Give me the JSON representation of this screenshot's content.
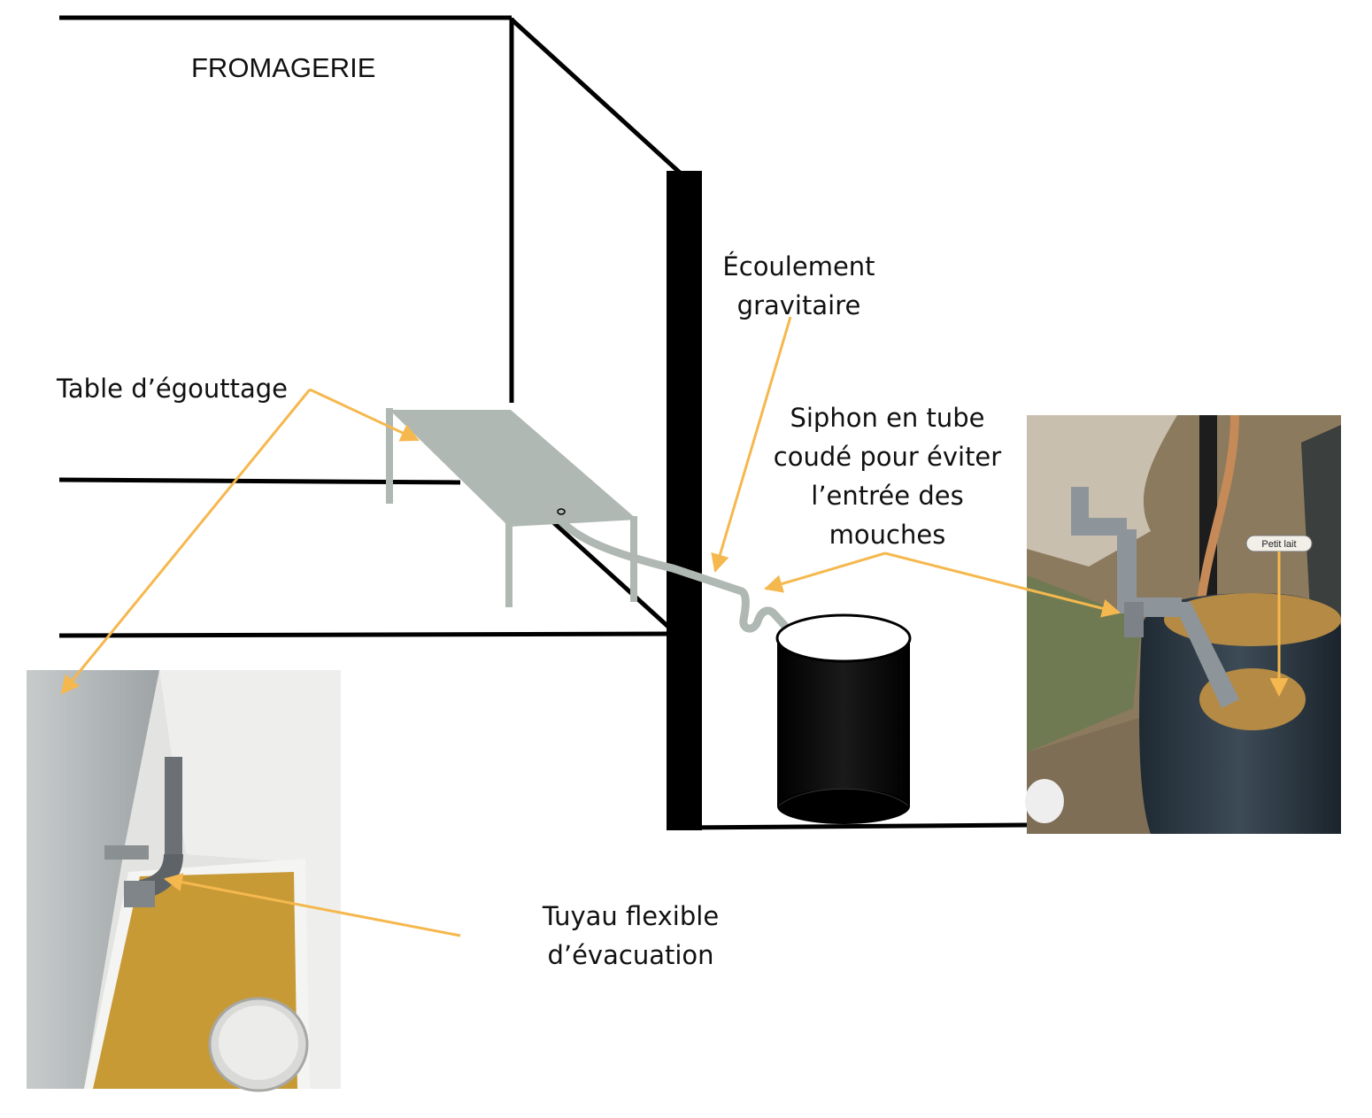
{
  "title": "FROMAGERIE",
  "labels": {
    "table": "Table d’égouttage",
    "gravity_line1": "Écoulement",
    "gravity_line2": "gravitaire",
    "siphon_line1": "Siphon en tube",
    "siphon_line2": "coudé pour éviter",
    "siphon_line3": "l’entrée des",
    "siphon_line4": "mouches",
    "hose_line1": "Tuyau flexible",
    "hose_line2": "d’évacuation",
    "whey_tag": "Petit lait"
  },
  "colors": {
    "line": "#000000",
    "arrow": "#f5b84e",
    "table": "#b0b8b3",
    "floor_tray": "#c79a36",
    "stone_wall": "#8b7a5e",
    "barrel": "#2e3a44",
    "pvc": "#8e959a"
  }
}
